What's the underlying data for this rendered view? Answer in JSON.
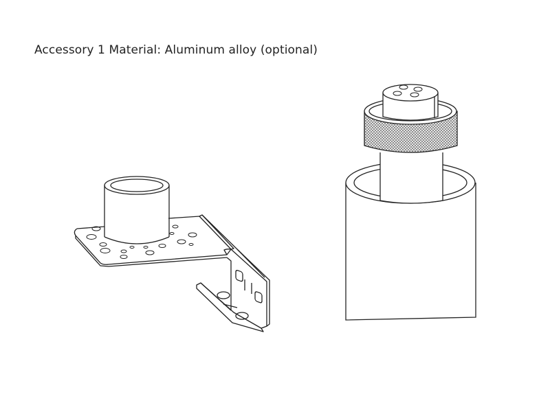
{
  "caption": "Accessory 1 Material: Aluminum alloy (optional)",
  "figures": [
    {
      "id": "bracket",
      "description": "Perforated L-bracket with cylindrical sleeve mount"
    },
    {
      "id": "sleeve-connector",
      "description": "Knurled-nut connector inserted in tube sleeve"
    }
  ],
  "colors": {
    "line": "#222222",
    "background": "#ffffff",
    "knurl": "#888888"
  }
}
